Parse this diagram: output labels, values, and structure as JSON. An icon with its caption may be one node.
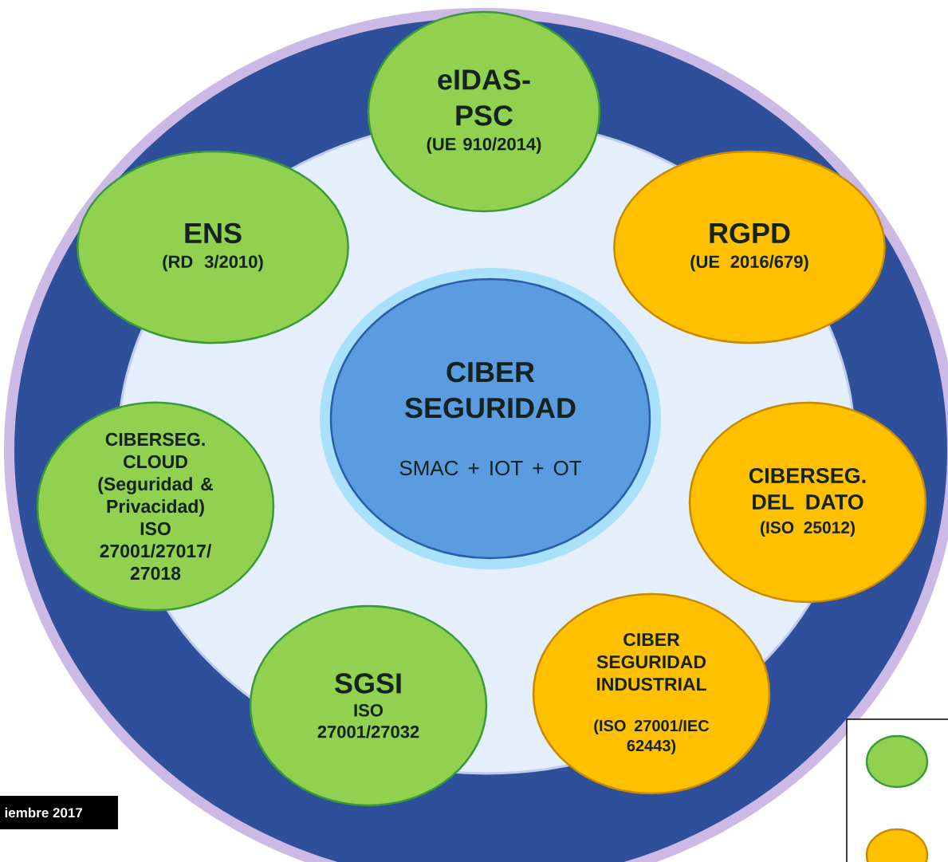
{
  "diagram": {
    "nodes": [
      {
        "text": [
          "CIBER SEGURIDAD",
          "SMAC + IOT + OT"
        ]
      },
      {
        "text": [
          "eIDAS-PSC",
          "(UE 910/2014)"
        ]
      },
      {
        "text": [
          "ENS",
          "(RD 3/2010)"
        ]
      },
      {
        "text": [
          "RGPD",
          "(UE 2016/679)"
        ]
      },
      {
        "text": [
          "CIBERSEG. CLOUD (Seguridad & Privacidad) ISO 27001/27017/ 27018"
        ]
      },
      {
        "text": [
          "CIBERSEG. DEL DATO",
          "(ISO 25012)"
        ]
      },
      {
        "text": [
          "SGSI",
          "ISO 27001/27032"
        ]
      },
      {
        "text": [
          "CIBER SEGURIDAD INDUSTRIAL",
          "(ISO 27001/IEC 62443)"
        ]
      },
      {
        "text": [],
        "shape": "circle"
      },
      {
        "text": [],
        "shape": "circle"
      }
    ],
    "labels": [
      "iembre 2017"
    ]
  }
}
